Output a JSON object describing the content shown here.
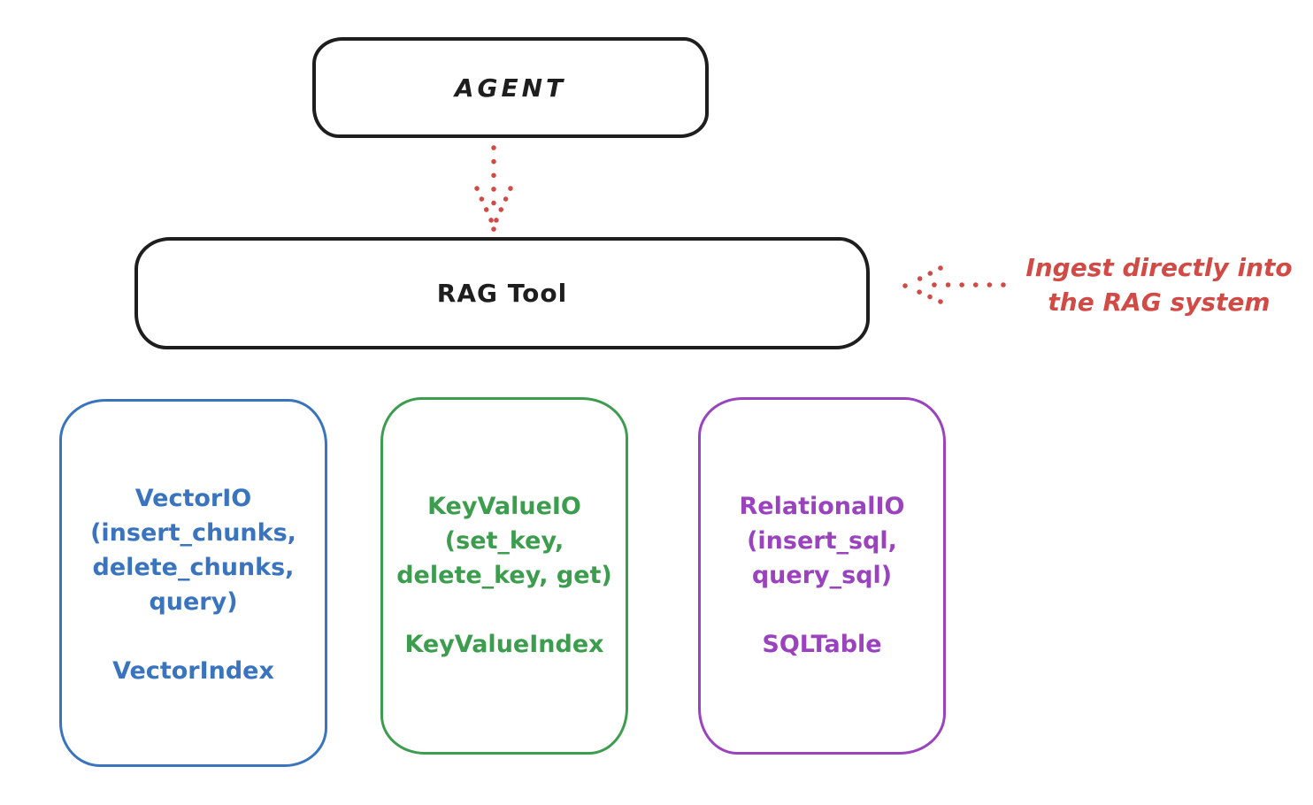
{
  "colors": {
    "black": "#1e1e1e",
    "red": "#d24a45",
    "blue": "#3a74bf",
    "green": "#3d9d4e",
    "purple": "#9b43be",
    "background": "#ffffff"
  },
  "nodes": {
    "agent": {
      "label": "AGENT"
    },
    "rag_tool": {
      "label": "RAG Tool"
    },
    "vector_io": {
      "lines": [
        "VectorIO",
        "(insert_chunks,",
        "delete_chunks,",
        "query)"
      ],
      "index_label": "VectorIndex",
      "color": "#3a74bf"
    },
    "key_value_io": {
      "lines": [
        "KeyValueIO",
        "(set_key,",
        "delete_key, get)"
      ],
      "index_label": "KeyValueIndex",
      "color": "#3d9d4e"
    },
    "relational_io": {
      "lines": [
        "RelationalIO",
        "(insert_sql,",
        "query_sql)"
      ],
      "index_label": "SQLTable",
      "color": "#9b43be"
    }
  },
  "annotation": {
    "lines": [
      "Ingest directly into",
      "the RAG system"
    ],
    "color": "#d24a45"
  }
}
